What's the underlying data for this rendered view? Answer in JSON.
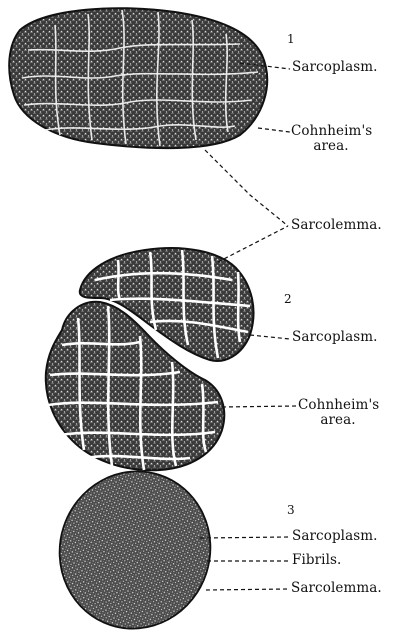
{
  "figure": {
    "section_1": {
      "number": "1",
      "labels": {
        "sarcoplasm": "Sarcoplasm.",
        "cohnheim_line1": "Cohnheim's",
        "cohnheim_line2": "area.",
        "sarcolemma": "Sarcolemma."
      }
    },
    "section_2": {
      "number": "2",
      "labels": {
        "sarcoplasm": "Sarcoplasm.",
        "cohnheim_line1": "Cohnheim's",
        "cohnheim_line2": "area."
      }
    },
    "section_3": {
      "number": "3",
      "labels": {
        "sarcoplasm": "Sarcoplasm.",
        "fibrils": "Fibrils.",
        "sarcolemma": "Sarcolemma."
      }
    },
    "colors": {
      "ink": "#111111",
      "fill_dark": "#3a3a3a",
      "background": "#ffffff"
    }
  }
}
